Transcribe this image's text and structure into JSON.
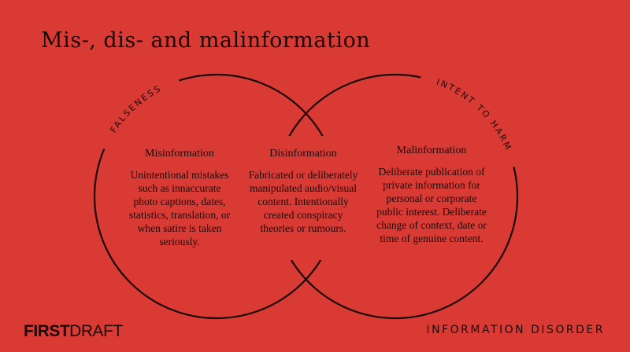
{
  "title": "Mis-, dis- and malinformation",
  "labels": {
    "left_arc": "FALSENESS",
    "right_arc": "INTENT TO HARM"
  },
  "sections": [
    {
      "heading": "Misinformation",
      "body": "Unintentional mistakes such as innaccurate photo captions, dates, statistics, translation, or when satire is taken seriously."
    },
    {
      "heading": "Disinformation",
      "body": "Fabricated or deliberately manipulated audio/visual content. Intentionally created conspiracy theories or rumours."
    },
    {
      "heading": "Malinformation",
      "body": "Deliberate publication of private information for personal or corporate public interest. Deliberate change of context, date or time of genuine content."
    }
  ],
  "footer": {
    "logo_bold": "FIRST",
    "logo_light": "DRAFT",
    "series": "INFORMATION DISORDER"
  },
  "colors": {
    "background": "#da3a34",
    "ink": "#1a0a0a"
  }
}
